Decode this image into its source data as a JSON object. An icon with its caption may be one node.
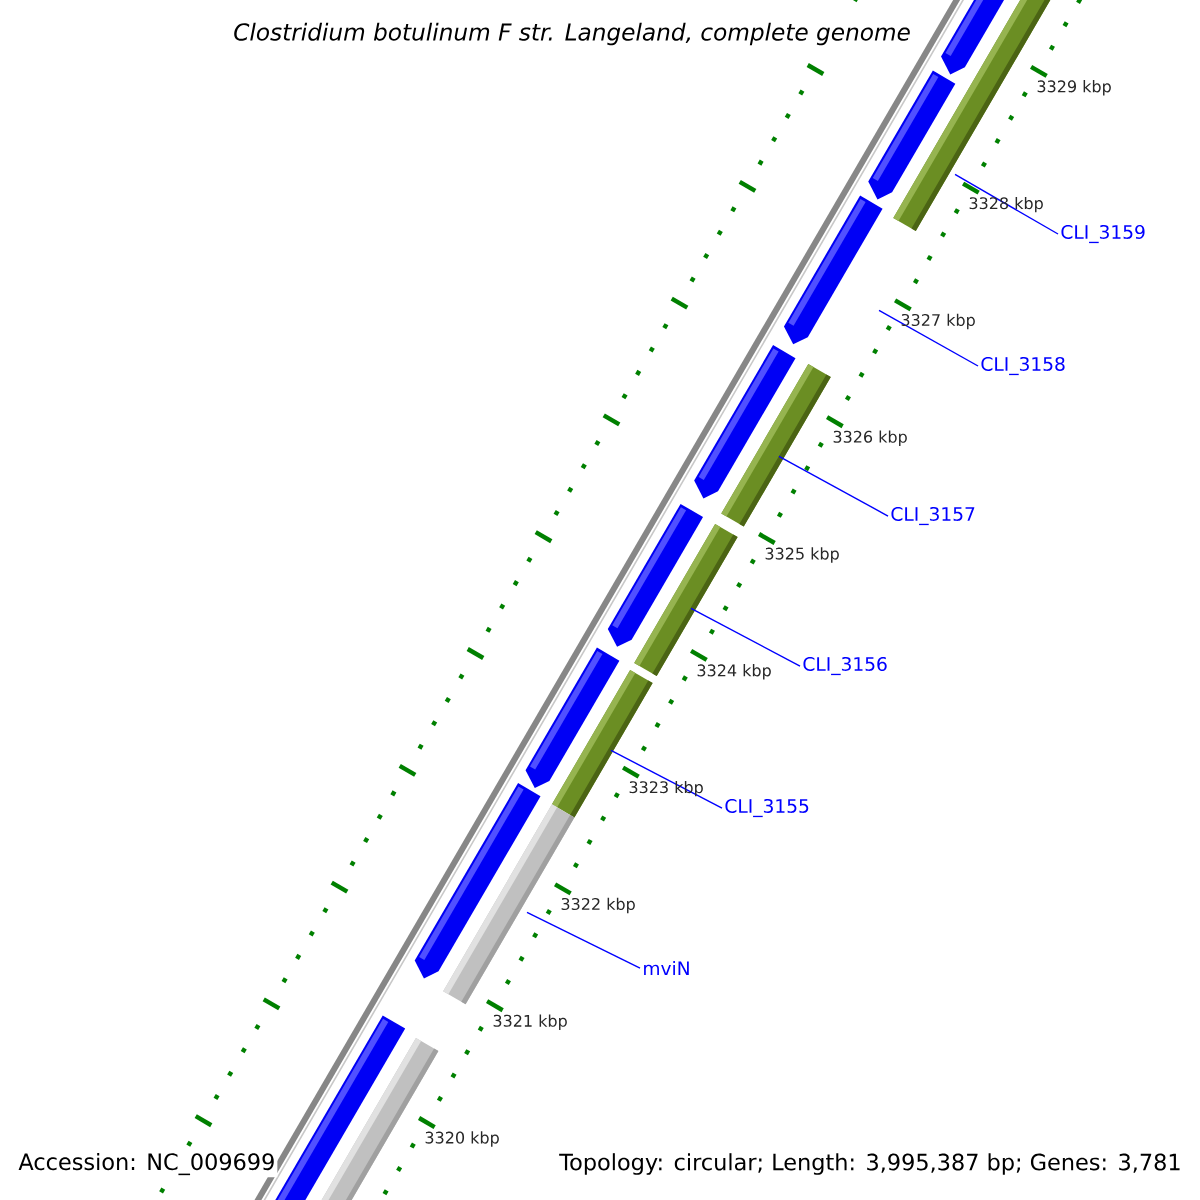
{
  "diagram": {
    "title": "*Clostridium botulinum* F str. Langeland, complete genome",
    "nodes": [
      {
        "text": [
          "CLI_3159"
        ]
      },
      {
        "text": [
          "CLI_3158"
        ]
      },
      {
        "text": [
          "CLI_3157"
        ]
      },
      {
        "text": [
          "CLI_3156"
        ]
      },
      {
        "text": [
          "CLI_3155"
        ]
      },
      {
        "text": [
          "mviN"
        ]
      }
    ],
    "edges": [
      {
        "from": 0,
        "to": null,
        "arrow": "none"
      },
      {
        "from": 1,
        "to": null,
        "arrow": "none"
      },
      {
        "from": 2,
        "to": null,
        "arrow": "none"
      },
      {
        "from": 3,
        "to": null,
        "arrow": "none"
      },
      {
        "from": 4,
        "to": null,
        "arrow": "none"
      },
      {
        "from": 5,
        "to": null,
        "arrow": "none"
      }
    ],
    "labels": [
      "3329 kbp",
      "3328 kbp",
      "3327 kbp",
      "3326 kbp",
      "3325 kbp",
      "3324 kbp",
      "3323 kbp",
      "3322 kbp",
      "3321 kbp",
      "3320 kbp",
      "Accession: NC_009699",
      "Topology: circular; Length: 3,995,387 bp; Genes: 3,781"
    ]
  }
}
